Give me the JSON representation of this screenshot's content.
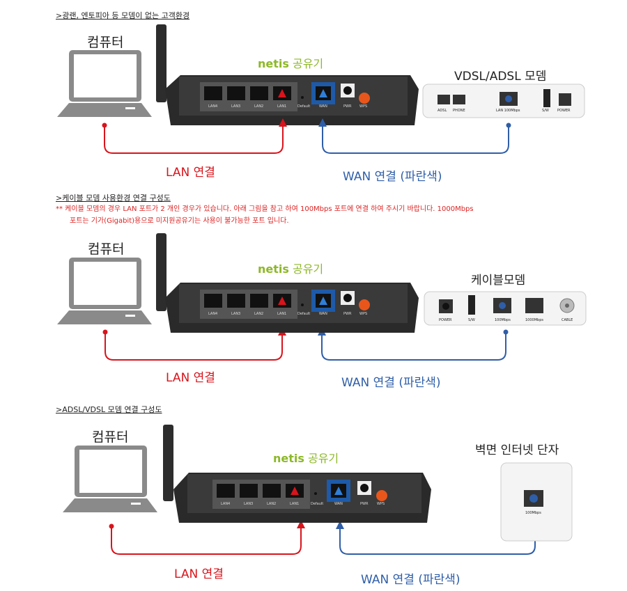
{
  "sections": [
    {
      "title": ">광랜, 엔토피아 등 모뎀이 없는 고객환경",
      "computer_label": "컴퓨터",
      "router_label_brand": "netis",
      "router_label_rest": " 공유기",
      "device_label": "VDSL/ADSL 모뎀",
      "lan_label": "LAN 연결",
      "wan_label": "WAN 연결 (파란색)",
      "device_ports": [
        "ADSL",
        "PHONE",
        "LAN 100Mbps",
        "S/W",
        "POWER"
      ]
    },
    {
      "title": ">케이블 모뎀 사용환경 연결 구성도",
      "note_line1": "** 케이블 모뎀의 경우 LAN 포트가 2 개인 경우가 있습니다. 아래 그림을 참고 하여 100Mbps 포트에 연결 하여 주시기 바랍니다. 1000Mbps",
      "note_line2": "포트는 기가(Gigabit)용으로 미지원공유기는 사용이 불가능한 포트 입니다.",
      "computer_label": "컴퓨터",
      "router_label_brand": "netis",
      "router_label_rest": " 공유기",
      "device_label": "케이블모뎀",
      "lan_label": "LAN 연결",
      "wan_label": "WAN 연결 (파란색)",
      "device_ports": [
        "POWER",
        "S/W",
        "100Mbps",
        "1000Mbps",
        "CABLE"
      ]
    },
    {
      "title": ">ADSL/VDSL 모뎀 연결 구성도",
      "computer_label": "컴퓨터",
      "router_label_brand": "netis",
      "router_label_rest": " 공유기",
      "device_label": "벽면 인터넷 단자",
      "lan_label": "LAN 연결",
      "wan_label": "WAN 연결 (파란색)",
      "device_ports": [
        "100Mbps"
      ]
    }
  ],
  "router_ports": [
    "LAN4",
    "LAN3",
    "LAN2",
    "LAN1",
    "Default",
    "WAN",
    "PWR",
    "WPS"
  ],
  "colors": {
    "lan": "#d8141c",
    "wan": "#2f5ea8",
    "netis": "#8db828",
    "router_body": "#3a3a3a"
  }
}
